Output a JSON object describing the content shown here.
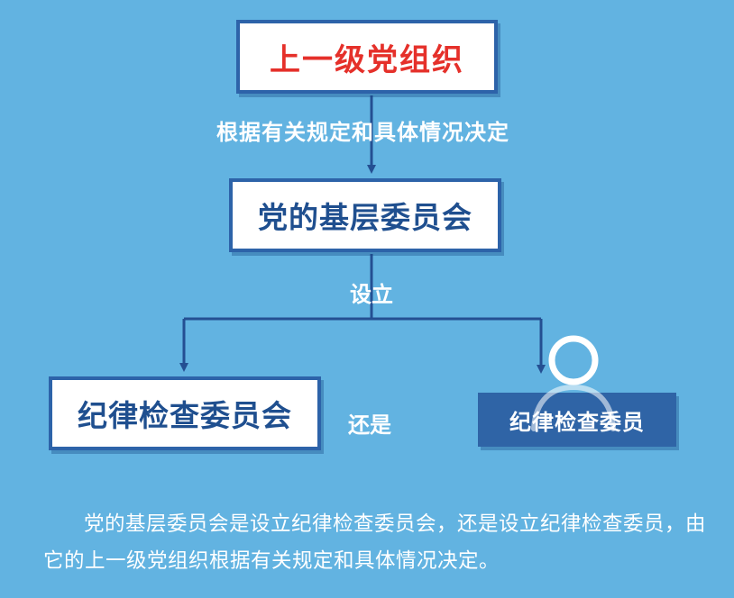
{
  "diagram": {
    "nodes": {
      "top": "上一级党组织",
      "middle": "党的基层委员会",
      "left": "纪律检查委员会",
      "right": "纪律检查委员"
    },
    "edges": {
      "top_to_middle": "根据有关规定和具体情况决定",
      "middle_to_children": "设立",
      "between_children": "还是"
    },
    "icons": {
      "right_node": "person-icon"
    }
  },
  "caption": "党的基层委员会是设立纪律检查委员会，还是设立纪律检查委员，由它的上一级党组织根据有关规定和具体情况决定。",
  "colors": {
    "background": "#62b3e1",
    "box_border": "#2d63a9",
    "top_text": "#e5302a",
    "box_text": "#1f4f8f",
    "right_box_fill": "#2f64a6"
  }
}
